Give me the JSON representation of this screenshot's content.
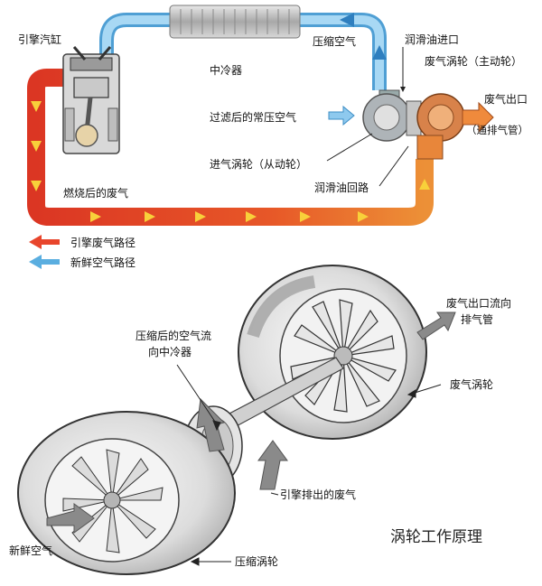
{
  "top_diagram": {
    "labels": {
      "engine_cylinder": "引擎汽缸",
      "intercooler": "中冷器",
      "compressed_air": "压缩空气",
      "lube_oil_inlet": "润滑油进口",
      "exhaust_turbine_driving": "废气涡轮（主动轮）",
      "exhaust_outlet": "废气出口",
      "to_exhaust_pipe": "（通排气管）",
      "filtered_air": "过滤后的常压空气",
      "intake_turbine_driven": "进气涡轮（从动轮）",
      "lube_oil_return": "润滑油回路",
      "burned_exhaust": "燃烧后的废气"
    },
    "legend": [
      {
        "label": "引擎废气路径",
        "color": "#e8452c"
      },
      {
        "label": "新鲜空气路径",
        "color": "#5aaee0"
      }
    ]
  },
  "bottom_diagram": {
    "labels": {
      "exhaust_outlet_flow": "废气出口流向",
      "exhaust_pipe": "排气管",
      "compressed_air_flow": "压缩后的空气流",
      "to_intercooler": "向中冷器",
      "exhaust_turbine": "废气涡轮",
      "engine_exhaust": "引擎排出的废气",
      "fresh_air": "新鲜空气",
      "compressor_wheel": "压缩涡轮"
    },
    "title": "涡轮工作原理"
  },
  "colors": {
    "exhaust_path": "#e8452c",
    "fresh_air_path": "#5aaee0",
    "arrow_fill": "#f3c23a"
  }
}
